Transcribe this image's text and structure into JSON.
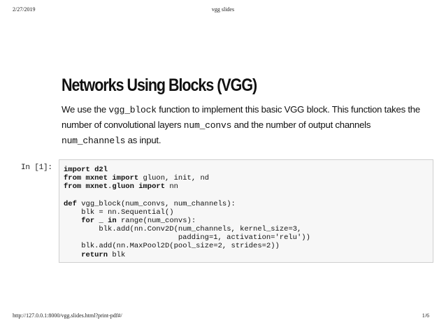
{
  "print_header": {
    "date": "2/27/2019",
    "title": "vgg slides"
  },
  "print_footer": {
    "url": "http://127.0.0.1:8000/vgg.slides.html?print-pdf#/",
    "page": "1/6"
  },
  "slide": {
    "title": "Networks Using Blocks (VGG)",
    "intro": {
      "t1": "We use the ",
      "c1": "vgg_block",
      "t2": " function to implement this basic VGG block. This function takes the number of convolutional layers ",
      "c2": "num_convs",
      "t3": " and the number of output channels ",
      "c3": "num_channels",
      "t4": " as input."
    }
  },
  "cell": {
    "prompt": "In [1]:",
    "code_lines": [
      "import d2l",
      "from mxnet import gluon, init, nd",
      "from mxnet.gluon import nn",
      "",
      "def vgg_block(num_convs, num_channels):",
      "    blk = nn.Sequential()",
      "    for _ in range(num_convs):",
      "        blk.add(nn.Conv2D(num_channels, kernel_size=3,",
      "                          padding=1, activation='relu'))",
      "    blk.add(nn.MaxPool2D(pool_size=2, strides=2))",
      "    return blk"
    ]
  }
}
